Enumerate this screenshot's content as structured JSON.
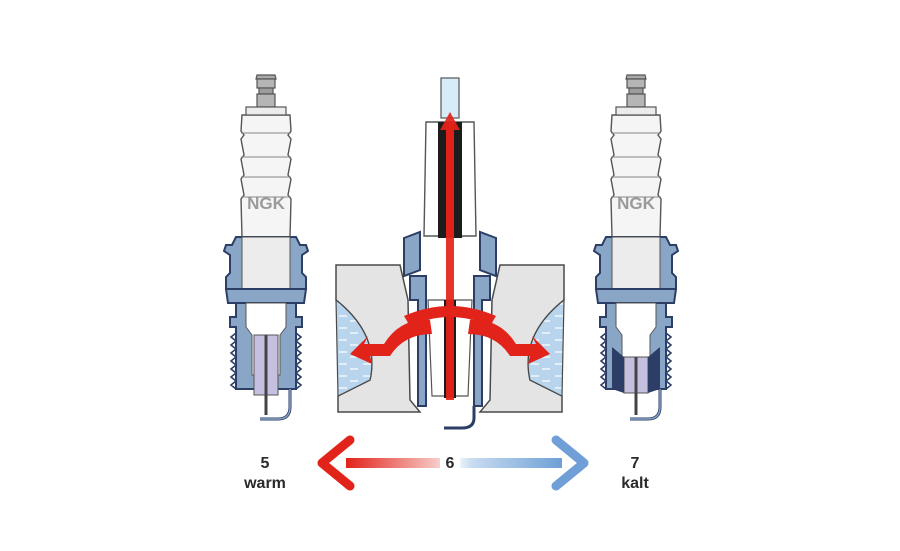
{
  "brand_left": "NGK",
  "brand_right": "NGK",
  "left_label": {
    "number": "5",
    "text": "warm"
  },
  "center_label": {
    "number": "6"
  },
  "right_label": {
    "number": "7",
    "text": "kalt"
  },
  "colors": {
    "hot": "#e2231a",
    "cold": "#6f9fd6",
    "metal": "#8aa6c7",
    "metal_dark": "#2c3e66",
    "insulator": "#f5f5f5",
    "coolant": "#b9d5ee",
    "head": "#e4e4e4"
  }
}
